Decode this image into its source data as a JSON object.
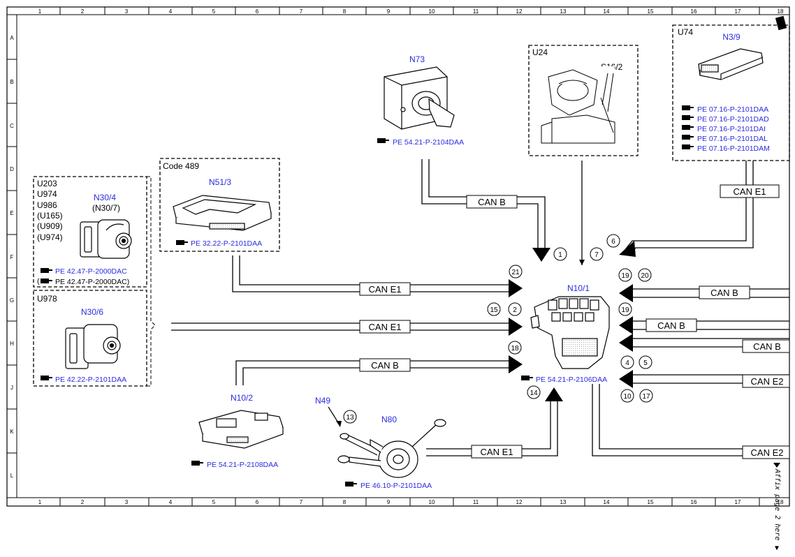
{
  "grid": {
    "columns": [
      "1",
      "2",
      "3",
      "4",
      "5",
      "6",
      "7",
      "8",
      "9",
      "10",
      "11",
      "12",
      "13",
      "14",
      "15",
      "16",
      "17",
      "18"
    ],
    "rows": [
      "A",
      "B",
      "C",
      "D",
      "E",
      "F",
      "G",
      "H",
      "J",
      "K",
      "L"
    ]
  },
  "boxes": {
    "u203_group": {
      "codes": [
        "U203",
        "U974",
        "U986",
        "(U165)",
        "(U909)",
        "(U974)"
      ],
      "component": "N30/4",
      "component_alt": "(N30/7)",
      "refs": [
        "PE 42.47-P-2000DAC"
      ],
      "ref_paren": "PE 42.47-P-2000DAC)"
    },
    "u978_group": {
      "code": "U978",
      "component": "N30/6",
      "ref": "PE 42.22-P-2101DAA"
    },
    "code489_group": {
      "code": "Code 489",
      "component": "N51/3",
      "ref": "PE 32.22-P-2101DAA"
    },
    "u24_group": {
      "code": "U24",
      "component": "S16/2"
    },
    "u74_group": {
      "code": "U74",
      "component": "N3/9",
      "refs": [
        "PE 07.16-P-2101DAA",
        "PE 07.16-P-2101DAD",
        "PE 07.16-P-2101DAI",
        "PE 07.16-P-2101DAL",
        "PE 07.16-P-2101DAM"
      ]
    }
  },
  "components": {
    "n73": {
      "label": "N73",
      "ref": "PE 54.21-P-2104DAA"
    },
    "n10_1": {
      "label": "N10/1",
      "ref": "PE 54.21-P-2106DAA"
    },
    "n10_2": {
      "label": "N10/2",
      "ref": "PE 54.21-P-2108DAA"
    },
    "n49": {
      "label": "N49"
    },
    "n80": {
      "label": "N80",
      "ref": "PE 46.10-P-2101DAA"
    }
  },
  "bus_labels": {
    "can_b_top": "CAN B",
    "can_e1_top_right": "CAN E1",
    "can_e1_n51": "CAN E1",
    "can_e1_u978": "CAN E1",
    "can_b_n10_2": "CAN B",
    "can_e1_n80": "CAN E1",
    "can_b_right_1": "CAN B",
    "can_b_right_2": "CAN B",
    "can_b_right_3": "CAN B",
    "can_e2_right_1": "CAN E2",
    "can_e2_right_2": "CAN E2"
  },
  "callouts": {
    "c1": "1",
    "c7": "7",
    "c6": "6",
    "c21": "21",
    "c15": "15",
    "c2": "2",
    "c18": "18",
    "c19a": "19",
    "c20": "20",
    "c19b": "19",
    "c4": "4",
    "c5": "5",
    "c10": "10",
    "c17": "17",
    "c14": "14",
    "c13": "13"
  },
  "side_note": "Affix page 2 here",
  "side_note_arrow": "▼"
}
